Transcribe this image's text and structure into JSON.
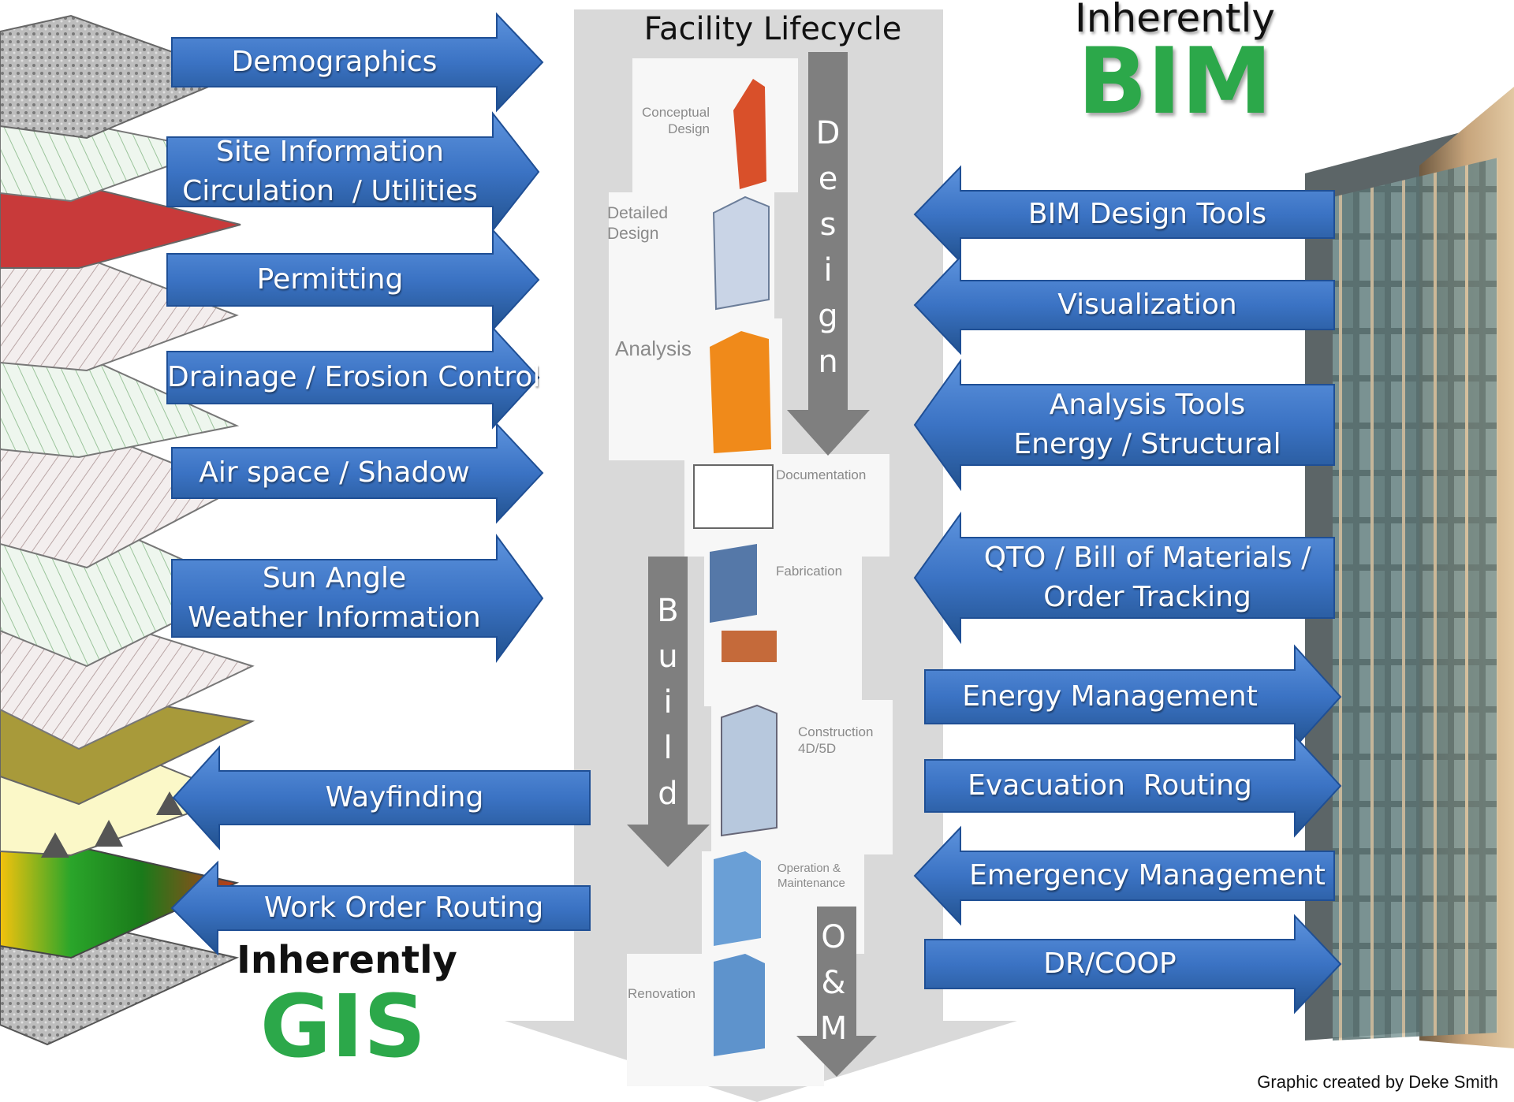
{
  "title": "Facility Lifecycle",
  "bim_heading": {
    "inherently": "Inherently",
    "name": "BIM"
  },
  "gis_heading": {
    "inherently": "Inherently",
    "name": "GIS"
  },
  "credit": "Graphic created by Deke Smith",
  "phases": {
    "design": "D\ne\ns\ni\ng\nn",
    "build": "B\nu\ni\nl\nd",
    "om": "O\n&\nM"
  },
  "lifecycle_stages": [
    "Conceptual\nDesign",
    "Detailed\nDesign",
    "Analysis",
    "Documentation",
    "Fabrication",
    "Construction\n4D/5D",
    "Operation &\nMaintenance",
    "Renovation"
  ],
  "gis_arrows": [
    {
      "label": "Demographics",
      "direction": "right"
    },
    {
      "label": "Site Information\nCirculation  / Utilities",
      "direction": "right"
    },
    {
      "label": "Permitting",
      "direction": "right"
    },
    {
      "label": "Drainage / Erosion Control",
      "direction": "right"
    },
    {
      "label": "Air space / Shadow",
      "direction": "right"
    },
    {
      "label": "Sun Angle\nWeather Information",
      "direction": "right"
    },
    {
      "label": "Wayfinding",
      "direction": "left"
    },
    {
      "label": "Work Order Routing",
      "direction": "left"
    }
  ],
  "bim_arrows": [
    {
      "label": "BIM Design Tools",
      "direction": "left"
    },
    {
      "label": "Visualization",
      "direction": "left"
    },
    {
      "label": "Analysis Tools\nEnergy / Structural",
      "direction": "left"
    },
    {
      "label": "QTO / Bill of Materials /\nOrder Tracking",
      "direction": "left"
    },
    {
      "label": "Energy Management",
      "direction": "right"
    },
    {
      "label": "Evacuation  Routing",
      "direction": "right"
    },
    {
      "label": "Emergency Management",
      "direction": "left"
    },
    {
      "label": "DR/COOP",
      "direction": "right"
    }
  ],
  "colors": {
    "arrow_blue": "#3b73c4",
    "arrow_blue_dark": "#1f4f95",
    "lifecycle_gray": "#d9d9d9",
    "phase_arrow_gray": "#7f7f7f",
    "green": "#2ca84a"
  }
}
